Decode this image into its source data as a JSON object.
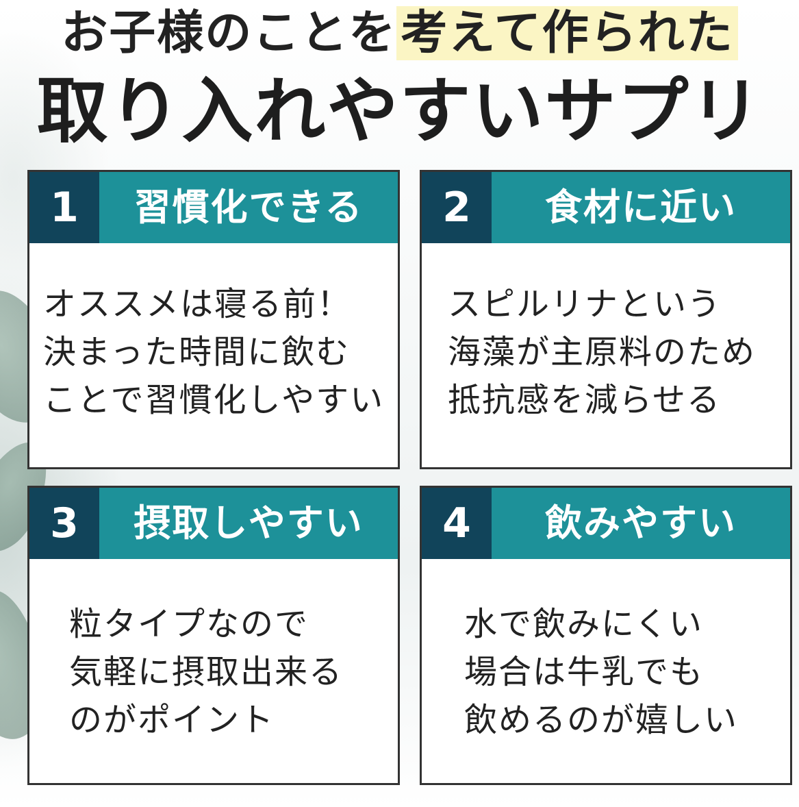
{
  "headline": {
    "line1_prefix": "お子様のことを",
    "line1_highlight": "考えて作られた",
    "line2": "取り入れやすいサプリ"
  },
  "colors": {
    "header_teal": "#1d9199",
    "number_navy": "#11445a",
    "highlight_yellow": "#fbf5c4",
    "border": "#333333"
  },
  "cards": [
    {
      "number": "1",
      "title": "習慣化できる",
      "lines": [
        "オススメは寝る前！",
        "決まった時間に飲む",
        "ことで習慣化しやすい"
      ]
    },
    {
      "number": "2",
      "title": "食材に近い",
      "lines": [
        "スピルリナという",
        "海藻が主原料のため",
        "抵抗感を減らせる"
      ]
    },
    {
      "number": "3",
      "title": "摂取しやすい",
      "lines": [
        "粒タイプなので",
        "気軽に摂取出来る",
        "のがポイント"
      ]
    },
    {
      "number": "4",
      "title": "飲みやすい",
      "lines": [
        "水で飲みにくい",
        "場合は牛乳でも",
        "飲めるのが嬉しい"
      ]
    }
  ]
}
